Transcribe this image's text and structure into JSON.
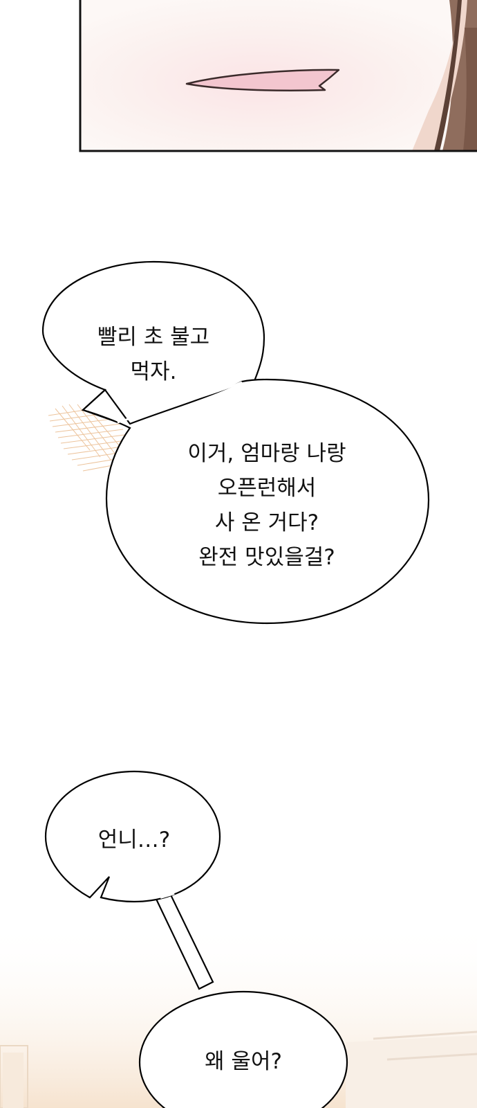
{
  "bubbles": {
    "b1": {
      "lines": [
        "빨리 초 불고",
        "먹자."
      ]
    },
    "b2": {
      "lines": [
        "이거, 엄마랑 나랑",
        "오픈런해서",
        "사 온 거다?",
        "완전 맛있을걸?"
      ]
    },
    "b3": {
      "lines": [
        "언니…?"
      ]
    },
    "b4": {
      "lines": [
        "왜 울어?"
      ]
    }
  },
  "colors": {
    "panel_border": "#111111",
    "bubble_fill": "#ffffff",
    "bubble_stroke": "#000000",
    "mouth_fill": "#f3c6cf",
    "hair_brown": "#8a6a5a",
    "scribble": "#e9b98a"
  }
}
